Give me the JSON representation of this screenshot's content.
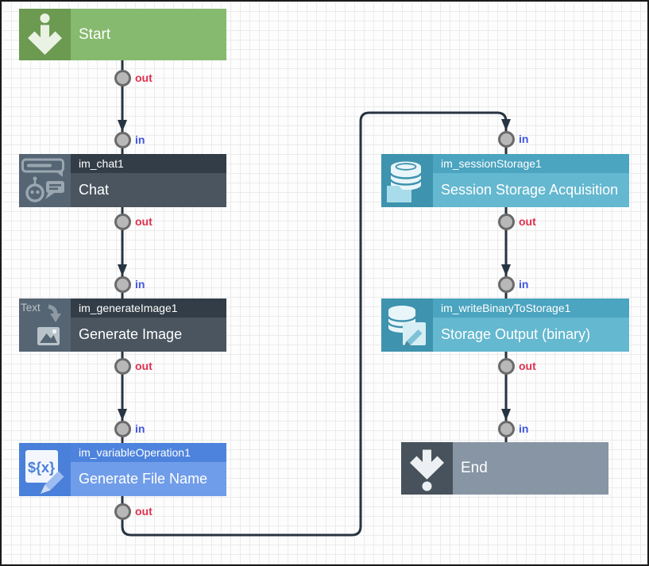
{
  "ports": {
    "out": "out",
    "in": "in"
  },
  "nodes": {
    "start": {
      "label": "Start"
    },
    "chat": {
      "name": "im_chat1",
      "label": "Chat"
    },
    "generate_image": {
      "name": "im_generateImage1",
      "label": "Generate Image",
      "icon_text": "Text"
    },
    "variable_operation": {
      "name": "im_variableOperation1",
      "label": "Generate File Name",
      "icon_expression": "${x}"
    },
    "session_storage": {
      "name": "im_sessionStorage1",
      "label": "Session Storage Acquisition"
    },
    "write_binary_to_storage": {
      "name": "im_writeBinaryToStorage1",
      "label": "Storage Output (binary)"
    },
    "end": {
      "label": "End"
    }
  },
  "colors": {
    "start_body": "#86ba6e",
    "start_icon_bg": "#6b9a50",
    "gray_body": "#4a555f",
    "gray_title": "#333d47",
    "gray_icon_bg": "#566573",
    "blue_body": "#709de9",
    "blue_title": "#4d83dd",
    "blue_icon_bg": "#4a80d9",
    "teal_body": "#64b8d0",
    "teal_title": "#4ba4c0",
    "teal_icon_bg": "#3e93ae",
    "end_body": "#8795a4",
    "end_icon_bg": "#47525c",
    "wire": "#273441",
    "out_label": "#e0314f",
    "in_label": "#4056e0",
    "port_fill": "#b8b8b8",
    "port_border": "#6a6a6a",
    "grid_line": "#ebebeb",
    "canvas_bg": "#fdfdfd"
  }
}
